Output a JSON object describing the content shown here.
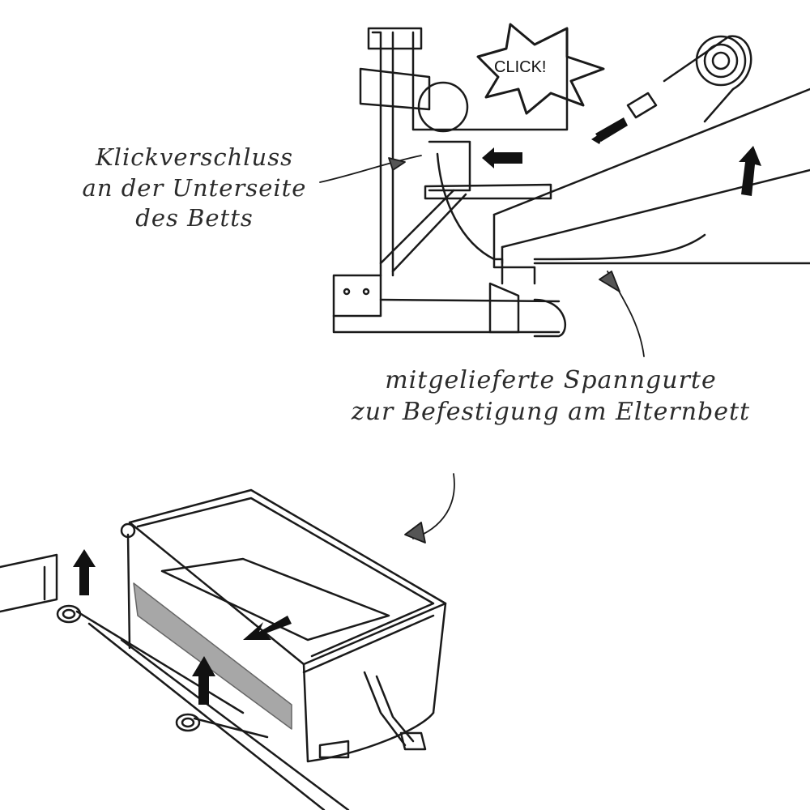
{
  "diagram": {
    "type": "assembly-instruction",
    "panels": [
      {
        "id": "top",
        "description": "Side view of crib frame with click lock under the bed and strap roll attaching to parent bed",
        "starburst_text": "CLICK!"
      },
      {
        "id": "bottom",
        "description": "Crib attached to parent bed frame with straps, arrows showing strap direction"
      }
    ],
    "labels": {
      "click_lock": [
        "Klickverschluss",
        "an der Unterseite",
        "des Betts"
      ],
      "straps": [
        "mitgelieferte Spanngurte",
        "zur Befestigung am Elternbett"
      ]
    },
    "colors": {
      "line": "#1a1a1a",
      "background": "#ffffff",
      "mesh": "#8a8a8a"
    }
  }
}
